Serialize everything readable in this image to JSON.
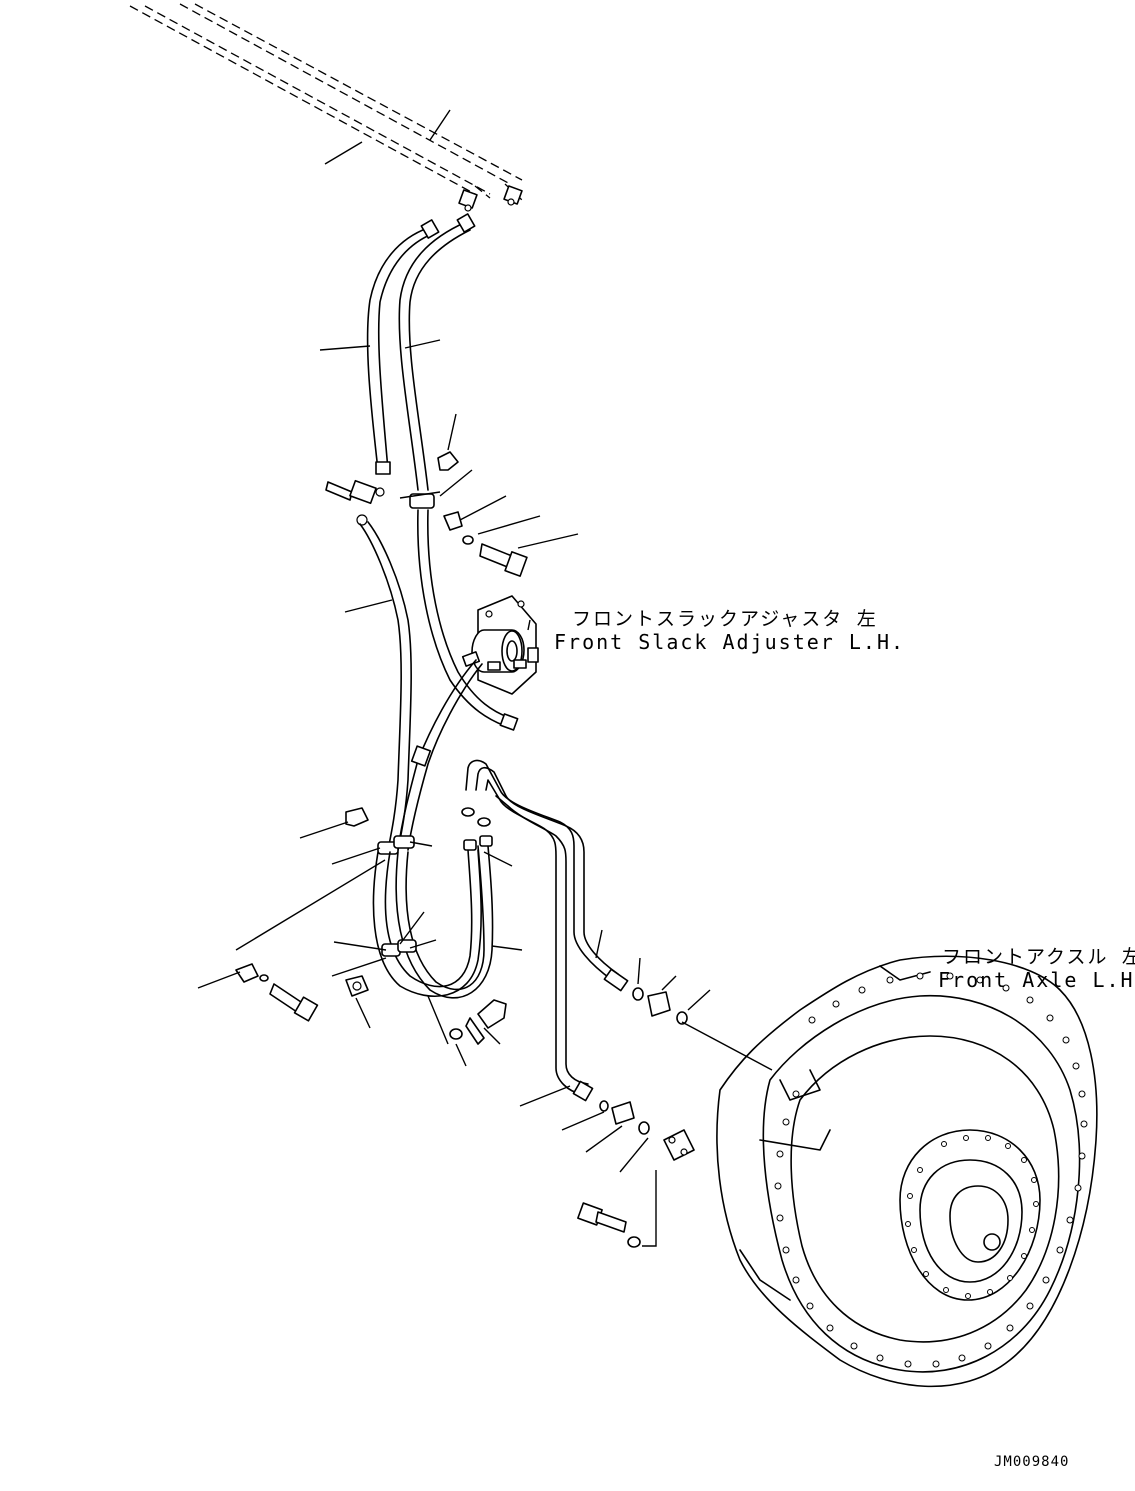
{
  "labels": {
    "slack_adjuster_jp": "フロントスラックアジャスタ 左",
    "slack_adjuster_en": "Front Slack Adjuster L.H.",
    "axle_jp": "フロントアクスル 左",
    "axle_en": "Front Axle L.H.",
    "drawing_code": "JM009840"
  }
}
